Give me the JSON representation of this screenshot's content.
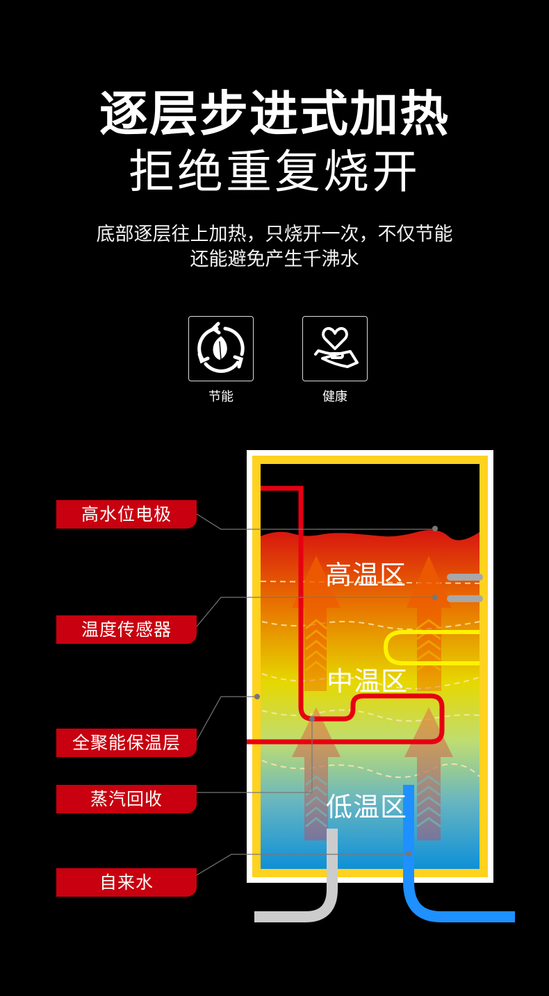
{
  "header": {
    "title": "逐层步进式加热",
    "subtitle": "拒绝重复烧开",
    "description_line1": "底部逐层往上加热，只烧开一次，不仅节能",
    "description_line2": "还能避免产生千沸水"
  },
  "features": [
    {
      "label": "节能",
      "icon": "leaf-recycle-icon"
    },
    {
      "label": "健康",
      "icon": "heart-hand-icon"
    }
  ],
  "diagram": {
    "zones": {
      "high": "高温区",
      "mid": "中温区",
      "low": "低温区"
    },
    "callouts": [
      {
        "label": "高水位电极"
      },
      {
        "label": "温度传感器"
      },
      {
        "label": "全聚能保温层"
      },
      {
        "label": "蒸汽回收"
      },
      {
        "label": "自来水"
      }
    ],
    "colors": {
      "frame": "#ffffff",
      "insulation": "#ffd21f",
      "heating_pipe": "#e60012",
      "yellow_pipe": "#fff200",
      "cold_water_pipe": "#1e90ff",
      "steam_pipe": "#cccccc",
      "callout_bg": "#c8000f",
      "leader_line": "#777777"
    }
  }
}
